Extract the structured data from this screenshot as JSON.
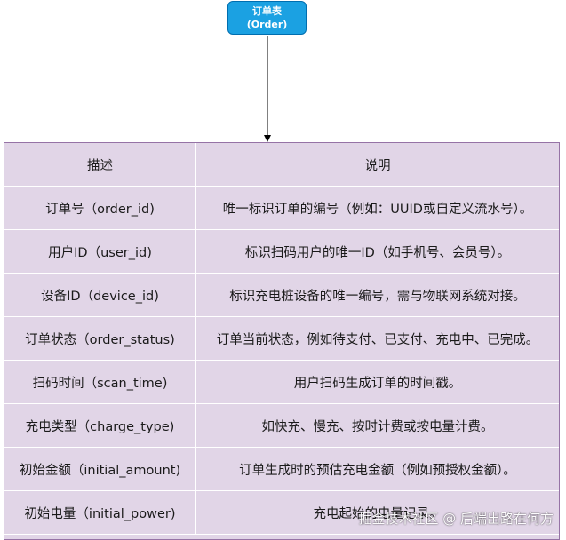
{
  "entity": {
    "title": "订单表",
    "subtitle": "(Order)"
  },
  "table": {
    "header": {
      "col1": "描述",
      "col2": "说明"
    },
    "rows": [
      {
        "field": "订单号（order_id)",
        "desc": "唯一标识订单的编号（例如：UUID或自定义流水号）。"
      },
      {
        "field": "用户ID（user_id)",
        "desc": "标识扫码用户的唯一ID（如手机号、会员号）。"
      },
      {
        "field": "设备ID（device_id)",
        "desc": "标识充电桩设备的唯一编号，需与物联网系统对接。"
      },
      {
        "field": "订单状态（order_status)",
        "desc": "订单当前状态，例如待支付、已支付、充电中、已完成。"
      },
      {
        "field": "扫码时间（scan_time)",
        "desc": "用户扫码生成订单的时间戳。"
      },
      {
        "field": "充电类型（charge_type)",
        "desc": "如快充、慢充、按时计费或按电量计费。"
      },
      {
        "field": "初始金额（initial_amount)",
        "desc": "订单生成时的预估充电金额（例如预授权金额）。"
      },
      {
        "field": "初始电量（initial_power)",
        "desc": "充电起始的电量记录。"
      }
    ]
  },
  "watermark": "掘金技术社区 @ 后端出路在何方",
  "colors": {
    "entity_fill": "#1ba1e2",
    "entity_stroke": "#006eaf",
    "table_fill": "#e1d5e7",
    "table_stroke": "#9673a6"
  }
}
